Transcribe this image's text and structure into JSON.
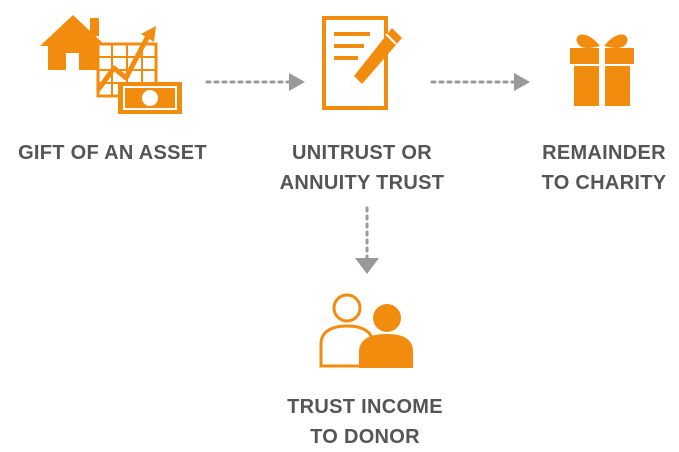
{
  "colors": {
    "accent": "#f28c0f",
    "text": "#555555",
    "connector": "#999999"
  },
  "steps": [
    {
      "icon": "house-and-rising-chart-with-cash-icon",
      "label_lines": [
        "GIFT OF AN ASSET"
      ]
    },
    {
      "icon": "document-with-pencil-icon",
      "label_lines": [
        "UNITRUST OR",
        "ANNUITY TRUST"
      ]
    },
    {
      "icon": "gift-box-icon",
      "label_lines": [
        "REMAINDER",
        "TO CHARITY"
      ]
    },
    {
      "icon": "two-people-icon",
      "label_lines": [
        "TRUST INCOME",
        "TO DONOR"
      ]
    }
  ]
}
